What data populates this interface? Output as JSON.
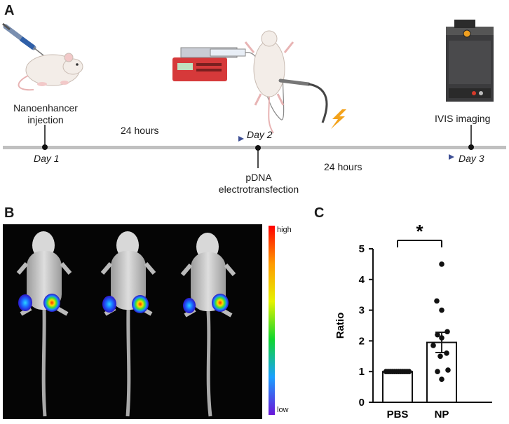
{
  "panel_a": {
    "letter": "A",
    "steps": {
      "injection": [
        "Nanoenhancer",
        "injection"
      ],
      "electro": [
        "pDNA",
        "electrotransfection"
      ],
      "imaging": "IVIS imaging"
    },
    "days": {
      "d1": "Day 1",
      "d2": "Day 2",
      "d3": "Day 3"
    },
    "intervals": {
      "first": "24 hours",
      "second": "24 hours"
    },
    "colors": {
      "timeline": "#c0c0c0",
      "arrow": "#4a5a9a"
    }
  },
  "panel_b": {
    "letter": "B",
    "colorbar": {
      "high": "high",
      "low": "low"
    }
  },
  "chart_data": {
    "type": "bar",
    "panel_letter": "C",
    "categories": [
      "PBS",
      "NP"
    ],
    "values": [
      1.0,
      1.95
    ],
    "error_sem": [
      0.0,
      0.33
    ],
    "ylabel": "Ratio",
    "ylim": [
      0,
      5
    ],
    "yticks": [
      0,
      1,
      2,
      3,
      4,
      5
    ],
    "points": {
      "PBS": [
        1,
        1,
        1,
        1,
        1,
        1,
        1,
        1,
        1,
        1,
        1,
        1
      ],
      "NP": [
        4.5,
        3.3,
        3.0,
        2.3,
        2.2,
        2.1,
        1.85,
        1.6,
        1.5,
        1.05,
        1.0,
        0.75
      ]
    },
    "significance": "*"
  }
}
